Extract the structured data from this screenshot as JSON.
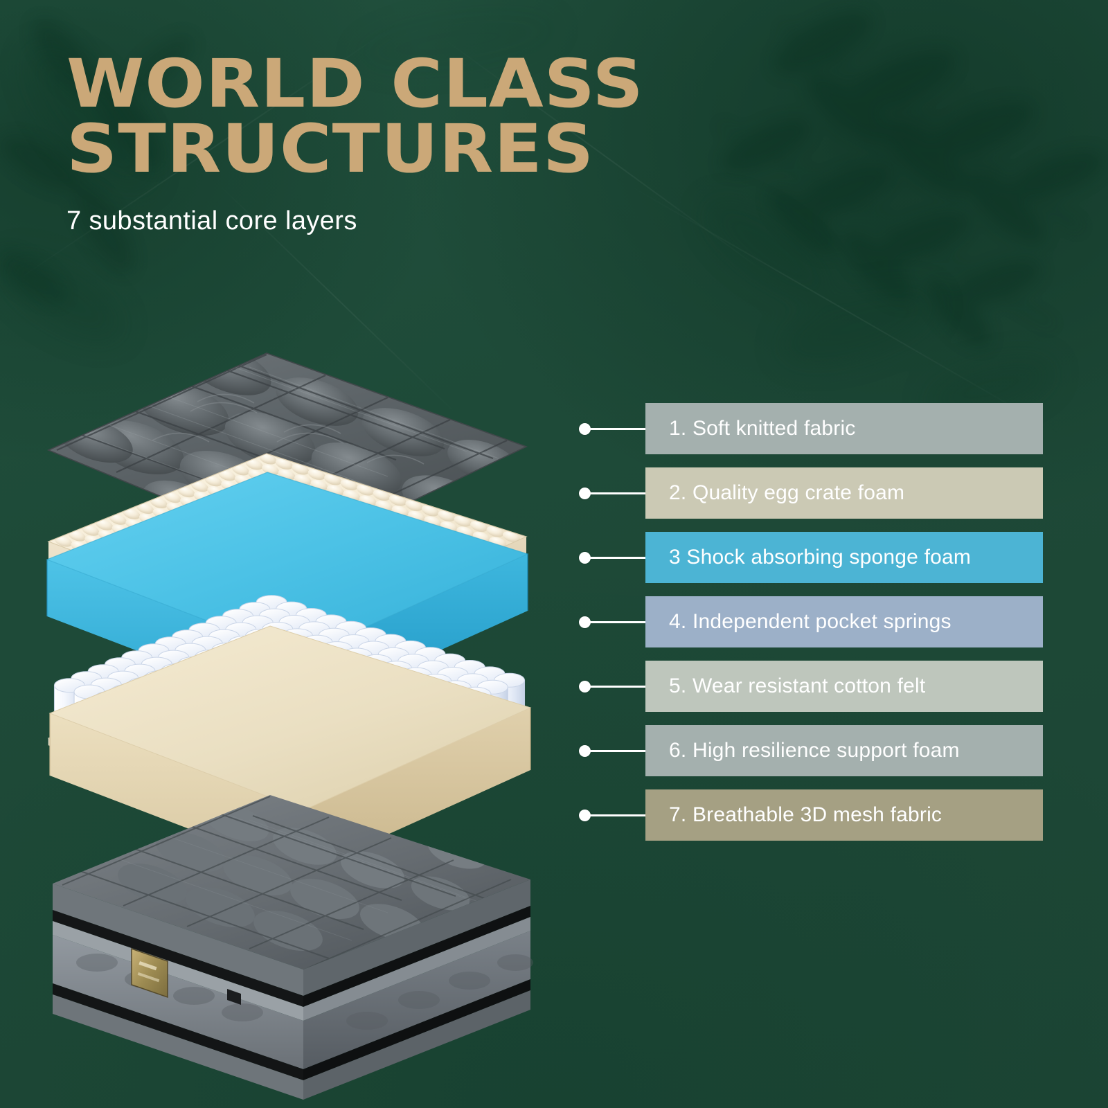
{
  "page": {
    "background_color": "#1e4a38",
    "accent_color": "#cba878"
  },
  "header": {
    "title": "WORLD CLASS\nSTRUCTURES",
    "subtitle": "7 substantial core layers"
  },
  "layers": [
    {
      "number": "1.",
      "text": "1. Soft knitted fabric",
      "bar_color": "#a4b0ae",
      "swatch": "#5c6366"
    },
    {
      "number": "2.",
      "text": "2. Quality egg crate foam",
      "bar_color": "#cbc9b4",
      "swatch": "#f2e8d2"
    },
    {
      "number": "3",
      "text": "3 Shock absorbing sponge foam",
      "bar_color": "#4cb4d4",
      "swatch": "#4fc3e8"
    },
    {
      "number": "4.",
      "text": "4. Independent pocket springs",
      "bar_color": "#9cb0c8",
      "swatch": "#e8eef8"
    },
    {
      "number": "5.",
      "text": "5. Wear resistant cotton felt",
      "bar_color": "#bec6bc",
      "swatch": "#ece7d6"
    },
    {
      "number": "6.",
      "text": "6. High resilience support foam",
      "bar_color": "#a4b0ae",
      "swatch": "#e9d9b8"
    },
    {
      "number": "7.",
      "text": "7. Breathable 3D mesh fabric",
      "bar_color": "#a5a083",
      "swatch": "#6a6e71"
    }
  ],
  "illustration": {
    "name": "exploded-mattress-diagram",
    "layer_names": [
      "soft-knitted-fabric-quilted-top",
      "egg-crate-foam",
      "shock-absorbing-sponge-foam",
      "independent-pocket-springs",
      "wear-resistant-cotton-felt",
      "high-resilience-support-foam",
      "breathable-3d-mesh-mattress-base"
    ]
  }
}
